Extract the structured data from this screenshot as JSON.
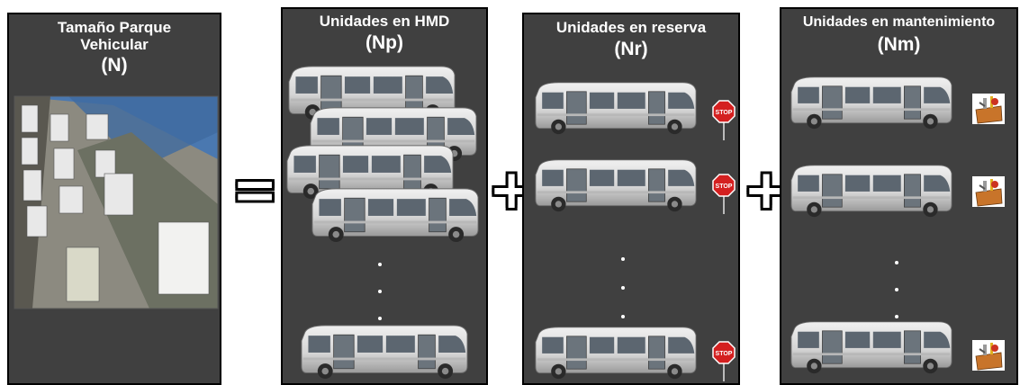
{
  "panels": {
    "fleet": {
      "title_line1": "Tamaño Parque",
      "title_line2": "Vehicular",
      "symbol": "(N)"
    },
    "hmd": {
      "title": "Unidades en HMD",
      "symbol": "(Np)"
    },
    "reserve": {
      "title": "Unidades en reserva",
      "symbol": "(Nr)"
    },
    "maintenance": {
      "title": "Unidades en mantenimiento",
      "symbol": "(Nm)"
    }
  },
  "operators": {
    "equals": "=",
    "plus1": "+",
    "plus2": "+"
  },
  "stop_sign_text": "STOP",
  "colors": {
    "panel": "#404040",
    "bus_body": "#d6d6d6",
    "stop_sign": "#d42020"
  }
}
